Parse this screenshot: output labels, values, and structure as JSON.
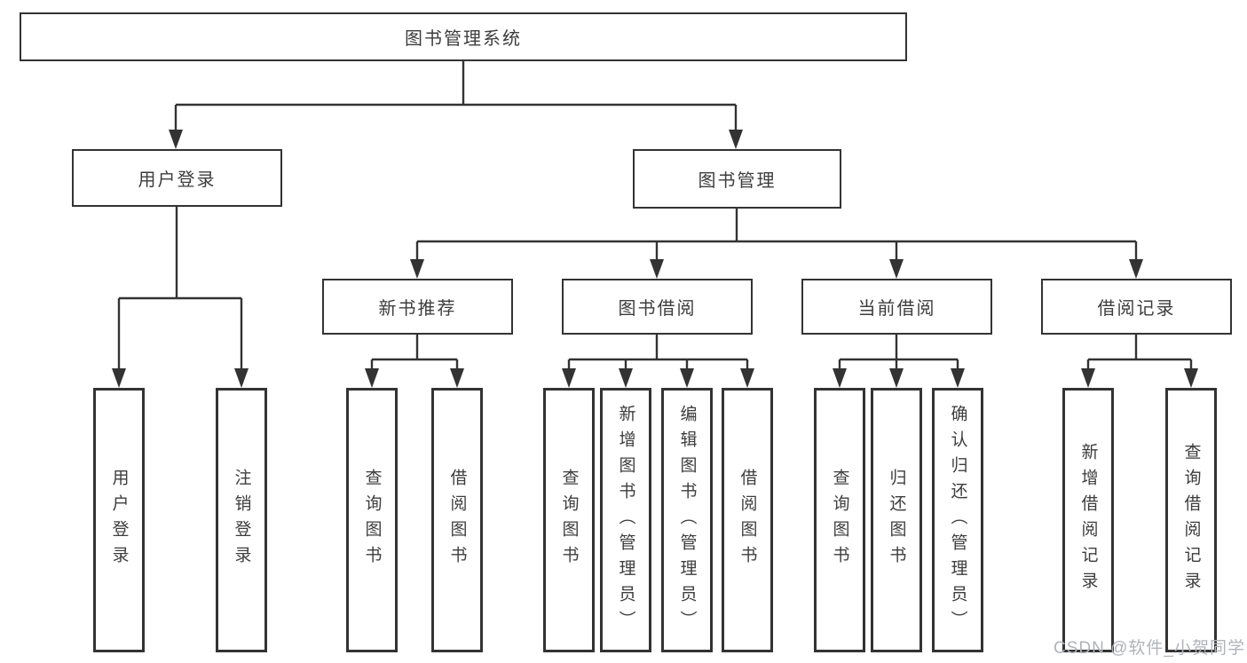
{
  "diagram": {
    "root": {
      "label": "图书管理系统"
    },
    "level2": [
      {
        "label": "用户登录"
      },
      {
        "label": "图书管理"
      }
    ],
    "level3": [
      {
        "label": "新书推荐"
      },
      {
        "label": "图书借阅"
      },
      {
        "label": "当前借阅"
      },
      {
        "label": "借阅记录"
      }
    ],
    "leaves": {
      "user_login": [
        "用户登录",
        "注销登录"
      ],
      "new_book_rec": [
        "查询图书",
        "借阅图书"
      ],
      "book_borrow": [
        "查询图书",
        "新增图书（管理员）",
        "编辑图书（管理员）",
        "借阅图书"
      ],
      "current_borrow": [
        "查询图书",
        "归还图书",
        "确认归还（管理员）"
      ],
      "borrow_record": [
        "新增借阅记录",
        "查询借阅记录"
      ]
    }
  },
  "watermark": {
    "text": "CSDN @软件_小贺同学"
  },
  "colors": {
    "line": "#333333",
    "text": "#3d3d3d",
    "watermark": "#b0b3b8",
    "background": "#ffffff"
  }
}
